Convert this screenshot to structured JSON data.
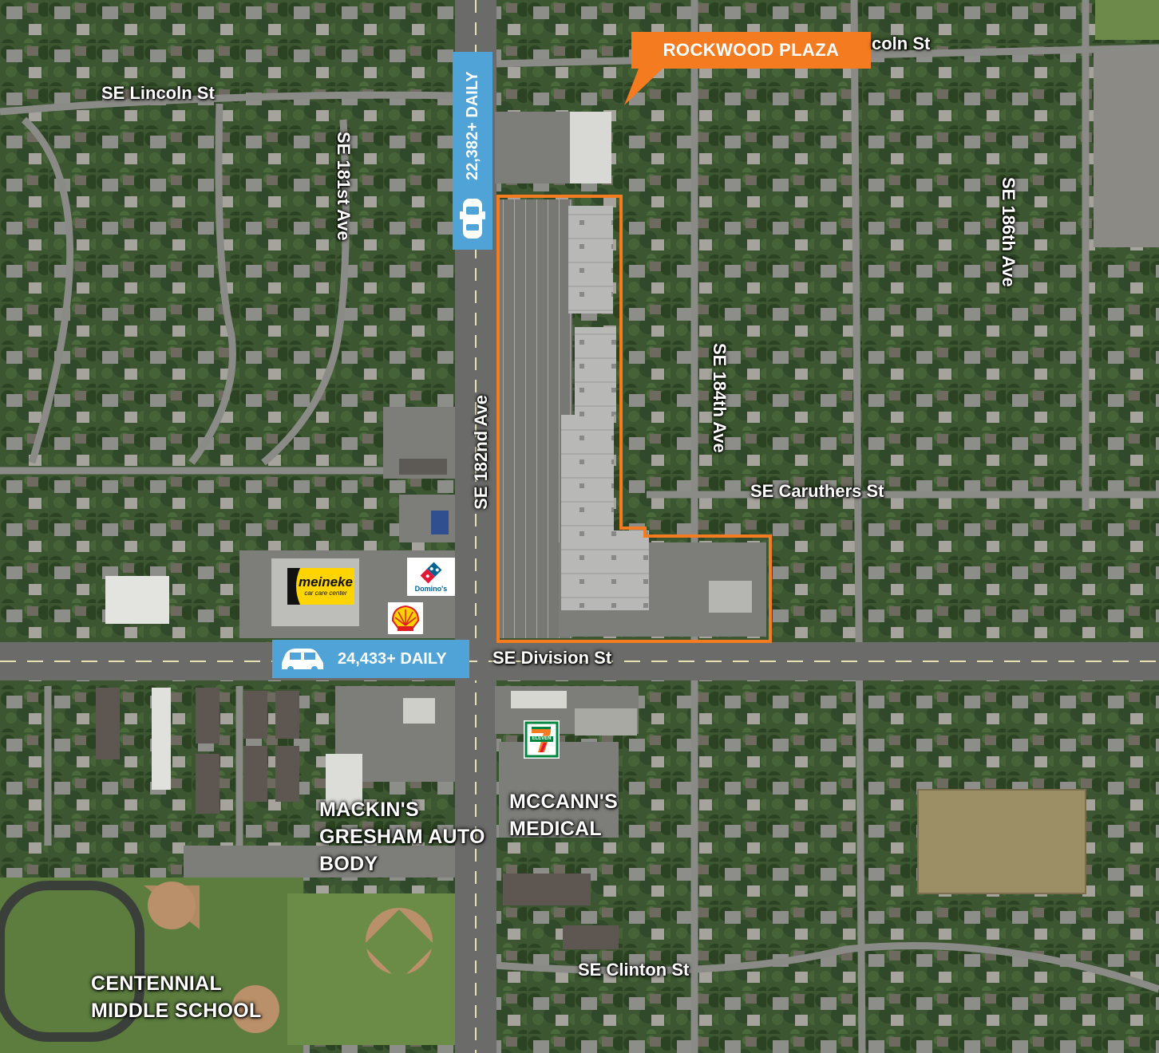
{
  "title": "ROCKWOOD PLAZA",
  "traffic_counts": {
    "north_south": "22,382+ DAILY",
    "east_west": "24,433+ DAILY"
  },
  "streets": {
    "lincoln_west": "SE Lincoln St",
    "lincoln_east": "coln St",
    "ave_181": "SE 181st Ave",
    "ave_182": "SE 182nd Ave",
    "ave_184": "SE 184th Ave",
    "ave_186": "SE 186th Ave",
    "caruthers": "SE Caruthers St",
    "division": "SE Division St",
    "clinton": "SE Clinton St"
  },
  "places": {
    "mackins_line1": "MACKIN'S",
    "mackins_line2": "GRESHAM AUTO",
    "mackins_line3": "BODY",
    "mccanns_line1": "MCCANN'S",
    "mccanns_line2": "MEDICAL",
    "school_line1": "CENTENNIAL",
    "school_line2": "MIDDLE SCHOOL"
  },
  "logos": {
    "meineke": "meineke",
    "meineke_sub": "car care center",
    "dominos": "Domino's",
    "seven_eleven": "ELEVEN"
  },
  "colors": {
    "accent": "#f47b20",
    "traffic_box": "#4fa3d6",
    "road": "#6a6a68",
    "vegetation": "#3c5a33"
  },
  "icons": [
    "car-icon",
    "truck-icon",
    "shell-logo-icon",
    "dominos-logo-icon",
    "seven-eleven-logo-icon",
    "meineke-logo-icon"
  ]
}
